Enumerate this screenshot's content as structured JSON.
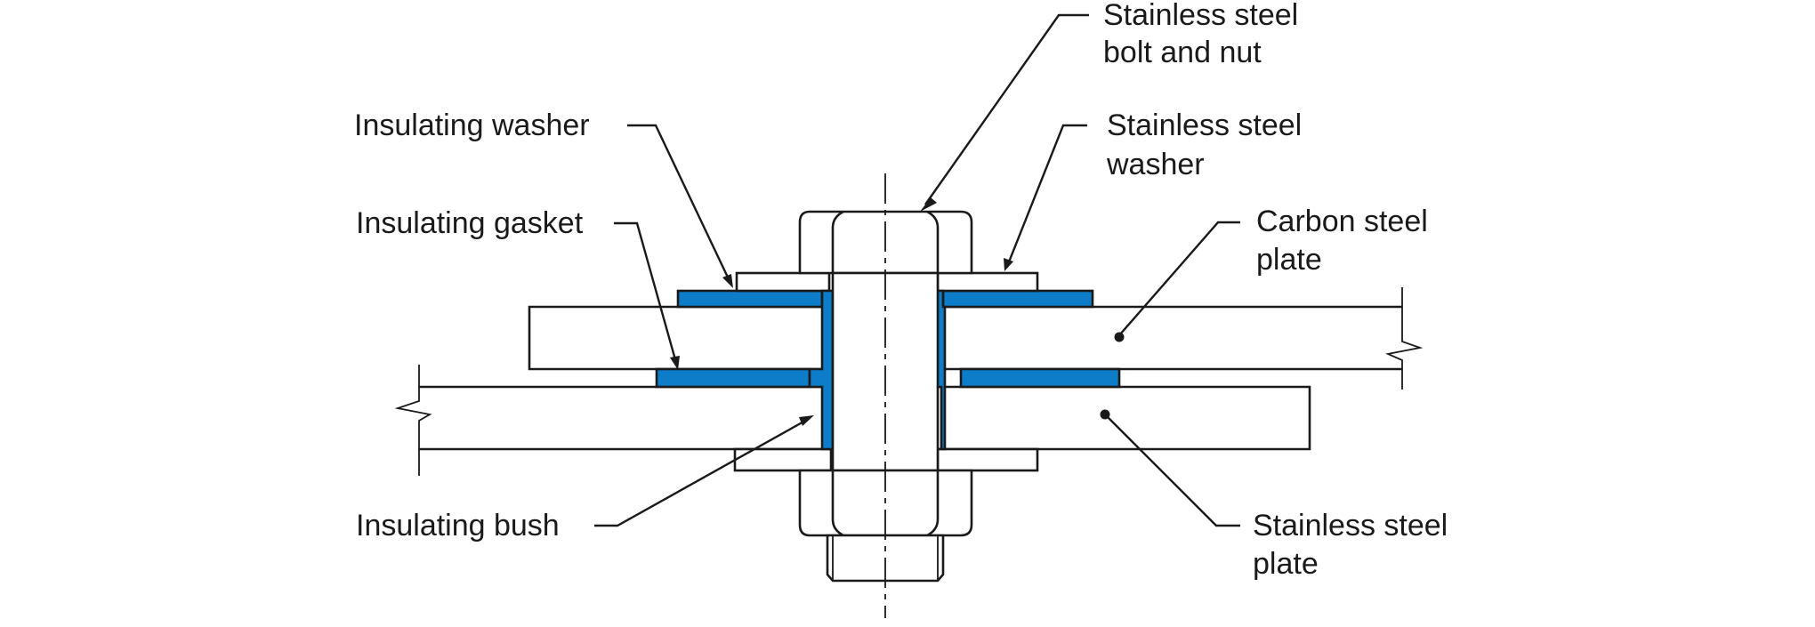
{
  "colors": {
    "insulator": "#0e7dc9",
    "line": "#1a1a1a",
    "background": "#ffffff"
  },
  "labels": {
    "bolt_and_nut": [
      "Stainless steel",
      "bolt and nut"
    ],
    "insulating_washer": [
      "Insulating washer"
    ],
    "stainless_washer": [
      "Stainless steel",
      "washer"
    ],
    "insulating_gasket": [
      "Insulating gasket"
    ],
    "carbon_plate": [
      "Carbon steel",
      "plate"
    ],
    "insulating_bush": [
      "Insulating bush"
    ],
    "stainless_plate": [
      "Stainless steel",
      "plate"
    ]
  }
}
